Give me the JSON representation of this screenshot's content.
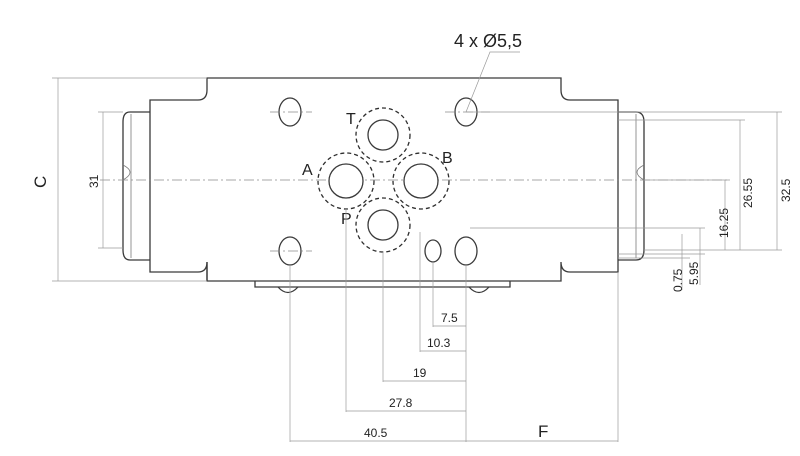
{
  "callout": {
    "text": "4 x Ø5,5"
  },
  "ports": {
    "T": "T",
    "A": "A",
    "B": "B",
    "P": "P"
  },
  "dims": {
    "c": "C",
    "f": "F",
    "d31": "31",
    "d32_5": "32.5",
    "d26_55": "26.55",
    "d16_25": "16.25",
    "d5_95": "5.95",
    "d0_75": "0.75",
    "d7_5": "7.5",
    "d10_3": "10.3",
    "d19": "19",
    "d27_8": "27.8",
    "d40_5": "40.5"
  }
}
